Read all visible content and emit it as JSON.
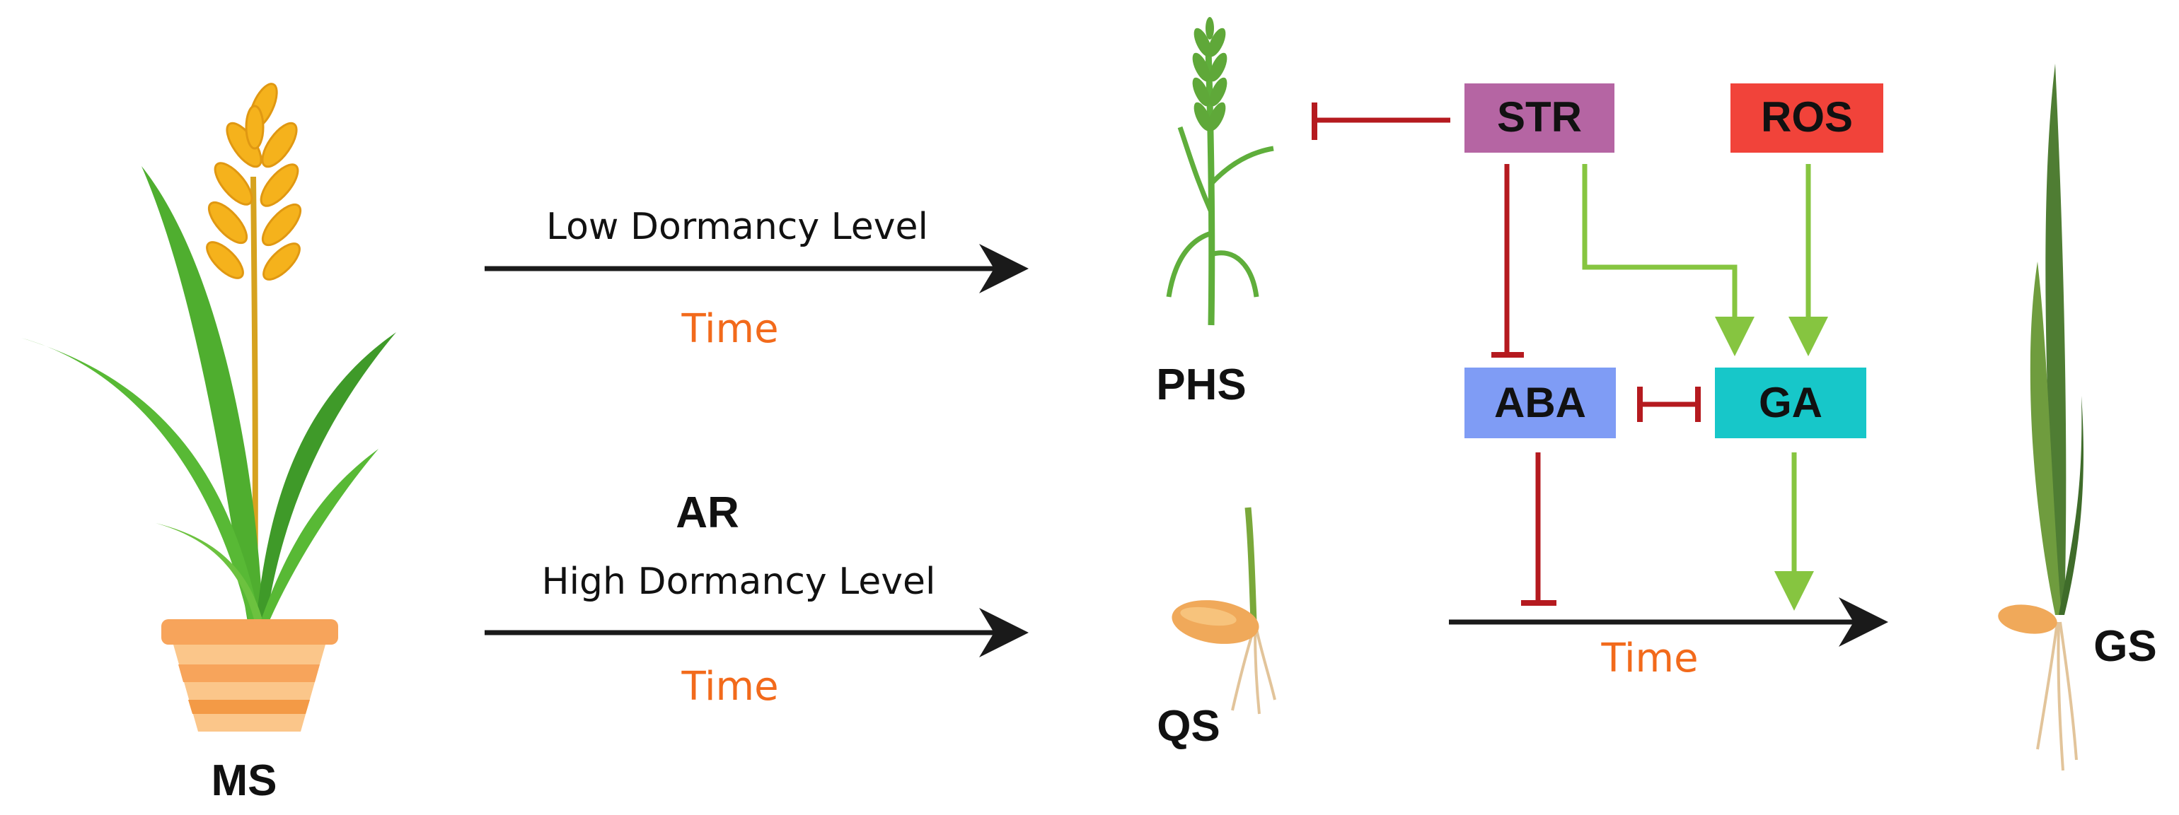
{
  "labels": {
    "ms": "MS",
    "phs": "PHS",
    "qs": "QS",
    "gs": "GS",
    "ar": "AR"
  },
  "arrows": {
    "top_label": "Low Dormancy Level",
    "top_time": "Time",
    "bottom_label": "High Dormancy Level",
    "bottom_time": "Time",
    "right_time": "Time"
  },
  "boxes": {
    "str": {
      "label": "STR",
      "color": "#b565a3"
    },
    "ros": {
      "label": "ROS",
      "color": "#f1433a"
    },
    "aba": {
      "label": "ABA",
      "color": "#7f9cf5"
    },
    "ga": {
      "label": "GA",
      "color": "#17c7c9"
    }
  },
  "colors": {
    "inhibit": "#b51a1f",
    "promote": "#86c540",
    "arrow": "#1a1a1a",
    "time_text": "#f26a1b"
  }
}
